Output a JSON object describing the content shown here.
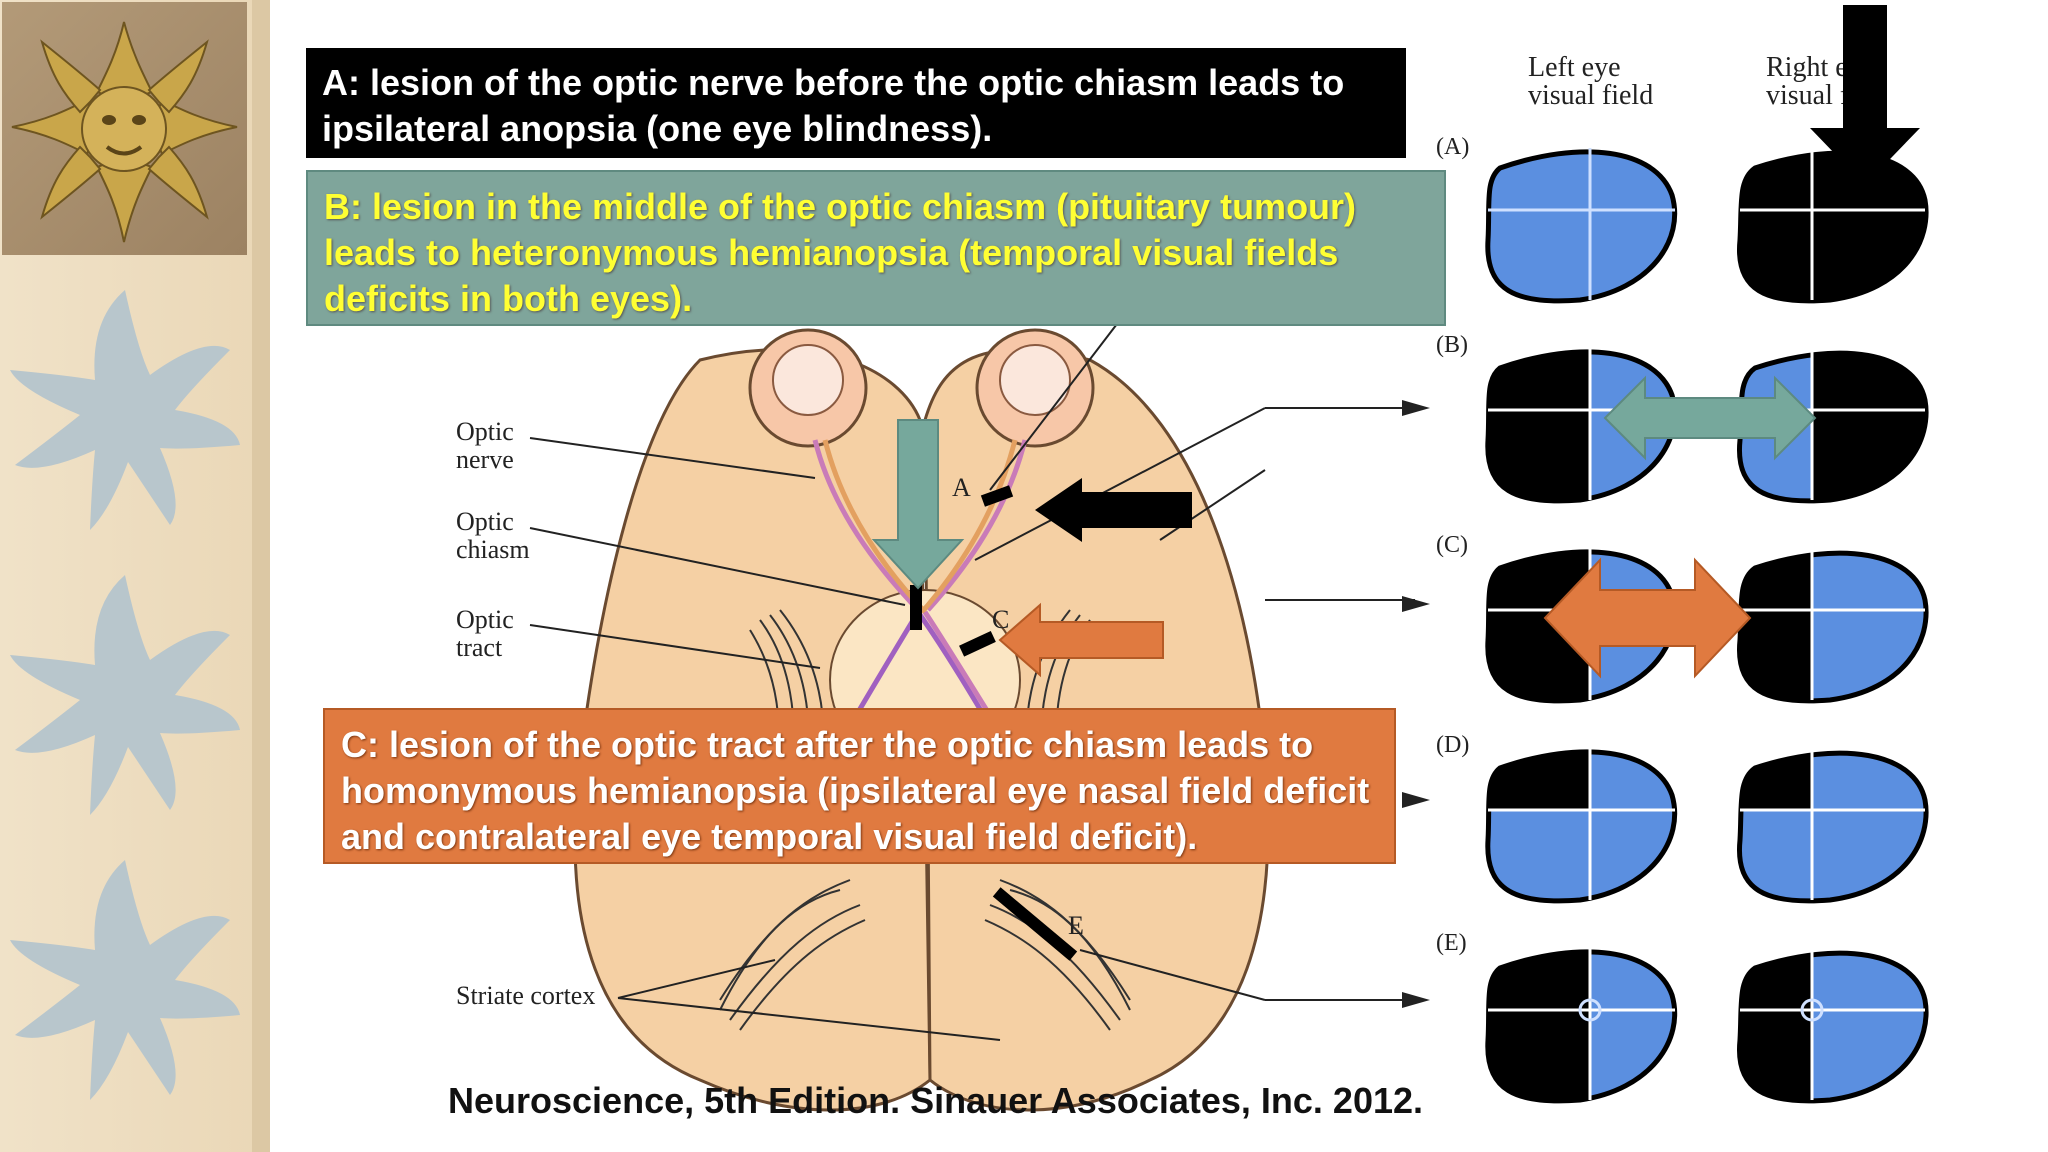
{
  "callouts": {
    "a": "A: lesion of the optic nerve before the optic chiasm leads to ipsilateral anopsia (one eye blindness).",
    "b": "B: lesion in the middle of the optic chiasm (pituitary tumour) leads to heteronymous hemianopsia (temporal visual fields deficits in both eyes).",
    "c": "C: lesion of the optic tract after the optic chiasm leads to homonymous hemianopsia (ipsilateral eye nasal field deficit and contralateral eye temporal visual field deficit)."
  },
  "citation": "Neuroscience, 5th Edition. Sinauer Associates, Inc. 2012.",
  "brain_labels": {
    "optic_nerve_1": "Optic",
    "optic_nerve_2": "nerve",
    "optic_chiasm_1": "Optic",
    "optic_chiasm_2": "chiasm",
    "optic_tract_1": "Optic",
    "optic_tract_2": "tract",
    "striate_cortex": "Striate cortex",
    "lesion_a": "A",
    "lesion_c": "C",
    "lesion_e": "E"
  },
  "field_headers": {
    "left_1": "Left eye",
    "left_2": "visual field",
    "right_1": "Right e",
    "right_2": "visual f"
  },
  "rows": [
    "(A)",
    "(B)",
    "(C)",
    "(D)",
    "(E)"
  ],
  "colors": {
    "field_blue": "#5b8fe0",
    "deficit_black": "#000000",
    "brain_tan": "#f5d0a4",
    "teal": "#76a89c",
    "orange": "#e07a40"
  }
}
